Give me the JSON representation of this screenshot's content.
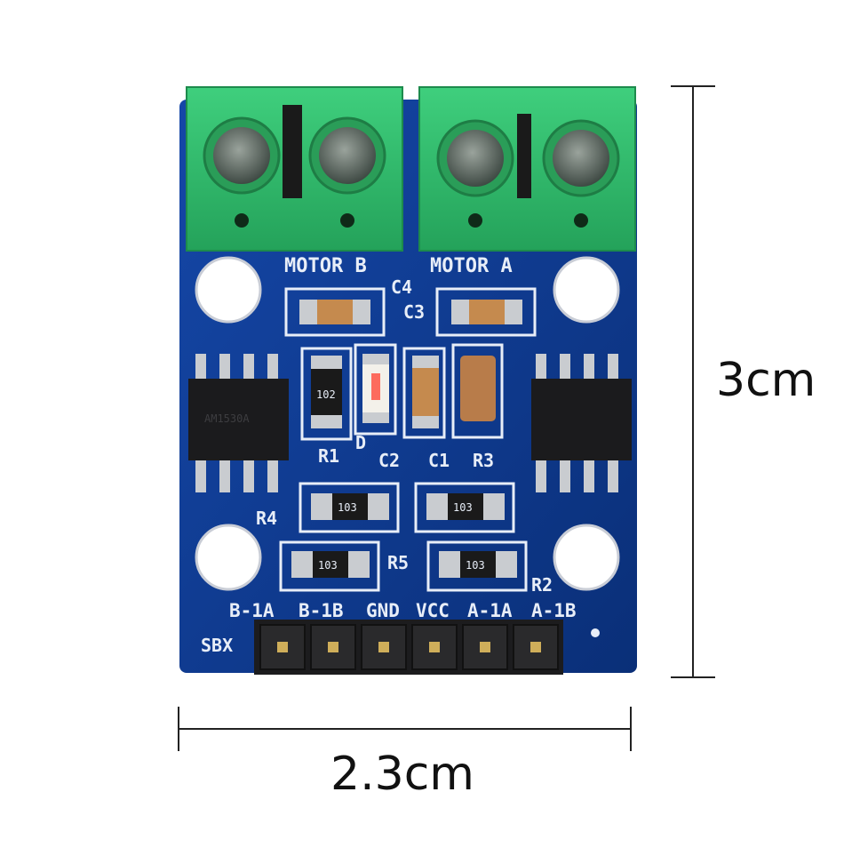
{
  "dimensions": {
    "width_label": "2.3cm",
    "height_label": "3cm"
  },
  "board": {
    "motor_labels": [
      "MOTOR B",
      "MOTOR A"
    ],
    "pin_labels": [
      "B-1A",
      "B-1B",
      "GND",
      "VCC",
      "A-1A",
      "A-1B"
    ],
    "brand": "SBX",
    "component_labels": {
      "c4": "C4",
      "c3": "C3",
      "r1": "R1",
      "d": "D",
      "c2": "C2",
      "c1": "C1",
      "r3": "R3",
      "r4": "R4",
      "r5": "R5",
      "r2": "R2"
    },
    "resistor_codes": {
      "r1": "102",
      "r4": "103",
      "r3": "103",
      "r5": "103",
      "r2": "103"
    },
    "chip_text": "AM1530A"
  },
  "colors": {
    "pcb": "#0d3a8c",
    "terminal": "#2fb56a",
    "silkscreen": "#e8eef8"
  }
}
